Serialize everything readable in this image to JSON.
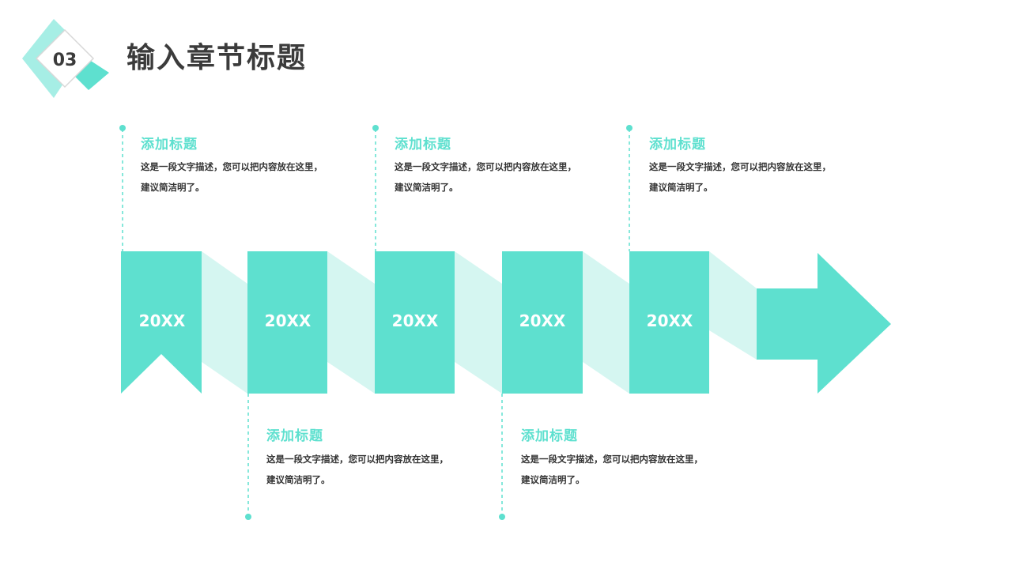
{
  "header": {
    "section_number": "03",
    "section_title": "输入章节标题"
  },
  "colors": {
    "accent": "#5ee0cf",
    "accent_light": "#d5f6f1",
    "title_text": "#3b3b3b",
    "body_text": "#333333"
  },
  "timeline": {
    "years": [
      "20XX",
      "20XX",
      "20XX",
      "20XX",
      "20XX"
    ],
    "items": [
      {
        "title": "添加标题",
        "desc_line1": "这是一段文字描述，您可以把内容放在这里，",
        "desc_line2": "建议简洁明了。"
      },
      {
        "title": "添加标题",
        "desc_line1": "这是一段文字描述，您可以把内容放在这里，",
        "desc_line2": "建议简洁明了。"
      },
      {
        "title": "添加标题",
        "desc_line1": "这是一段文字描述，您可以把内容放在这里，",
        "desc_line2": "建议简洁明了。"
      },
      {
        "title": "添加标题",
        "desc_line1": "这是一段文字描述，您可以把内容放在这里，",
        "desc_line2": "建议简洁明了。"
      },
      {
        "title": "添加标题",
        "desc_line1": "这是一段文字描述，您可以把内容放在这里，",
        "desc_line2": "建议简洁明了。"
      }
    ]
  }
}
